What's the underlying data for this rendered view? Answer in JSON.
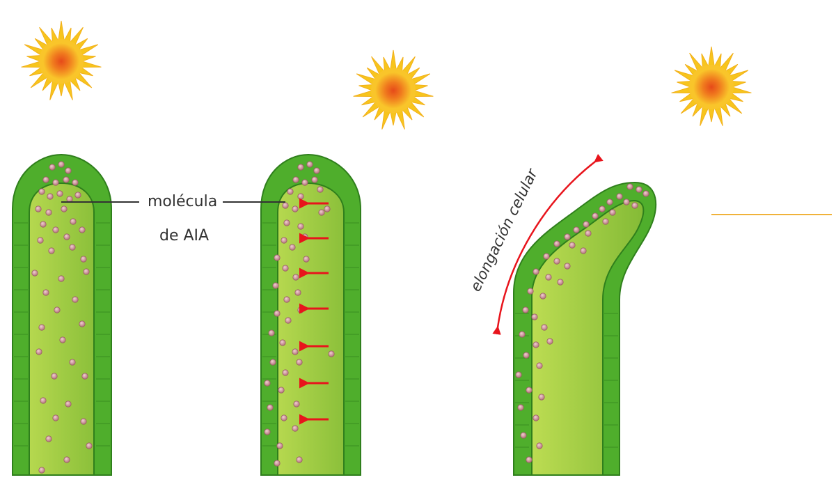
{
  "labels": {
    "molecule_line1": "molécula",
    "molecule_line2": "de AIA",
    "elongation": "elongación celular"
  },
  "icons": {
    "sun": "sun-icon",
    "transport_arrow": "arrow-left-icon",
    "elongation_arrow": "double-headed-arrow-icon"
  },
  "colors": {
    "sun_outer": "#f7c51d",
    "sun_core": "#e85a1f",
    "stem_outer": "#4caf2a",
    "stem_inner": "#a4cf45",
    "molecule": "#d9a3a8",
    "arrow_red": "#e8141c",
    "line_orange": "#f0b23a"
  },
  "panels": [
    {
      "name": "stage-1-uniform-distribution",
      "transport_arrows": 0
    },
    {
      "name": "stage-2-lateral-transport",
      "transport_arrows": 7
    },
    {
      "name": "stage-3-bending-toward-light",
      "transport_arrows": 0
    }
  ]
}
